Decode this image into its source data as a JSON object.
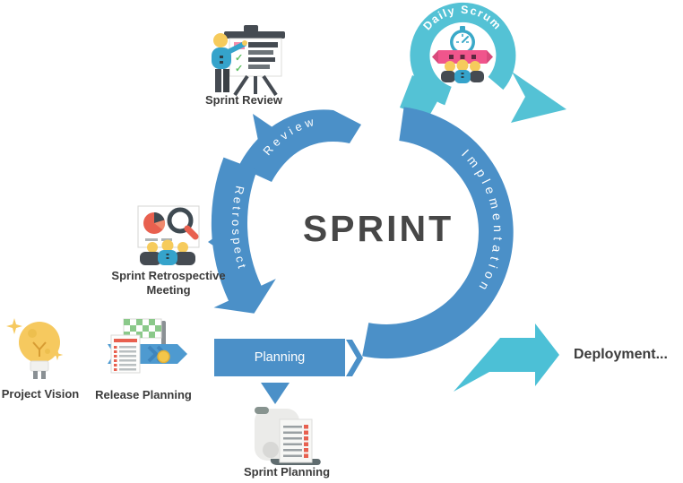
{
  "diagram": {
    "center_title": "SPRINT",
    "deployment_label": "Deployment...",
    "loop_label": "Daily Scrum",
    "segments": {
      "review": "Review",
      "implementation": "Implementation",
      "retrospect": "Retrospect",
      "planning": "Planning"
    },
    "nodes": {
      "sprint_review": {
        "label": "Sprint Review",
        "icon": "presentation-easel-icon"
      },
      "daily_scrum": {
        "icon": "team-standup-timer-icon"
      },
      "sprint_retrospective": {
        "label_line1": "Sprint Retrospective",
        "label_line2": "Meeting",
        "icon": "analysis-board-magnifier-icon"
      },
      "project_vision": {
        "label": "Project Vision",
        "icon": "lightbulb-icon"
      },
      "release_planning": {
        "label": "Release Planning",
        "icon": "milestone-flag-icon"
      },
      "sprint_planning": {
        "label": "Sprint Planning",
        "icon": "backlog-scroll-icon"
      }
    },
    "colors": {
      "ring_blue": "#4b90c8",
      "teal": "#54c2d5",
      "label_text": "#3b3b3b",
      "title_text": "#474747",
      "person_blue": "#35a3cb",
      "pink": "#f0558c",
      "yellow": "#f6cb5c",
      "dark_gray": "#454b52",
      "green": "#8bc98a",
      "red_orange": "#e8604f"
    }
  }
}
